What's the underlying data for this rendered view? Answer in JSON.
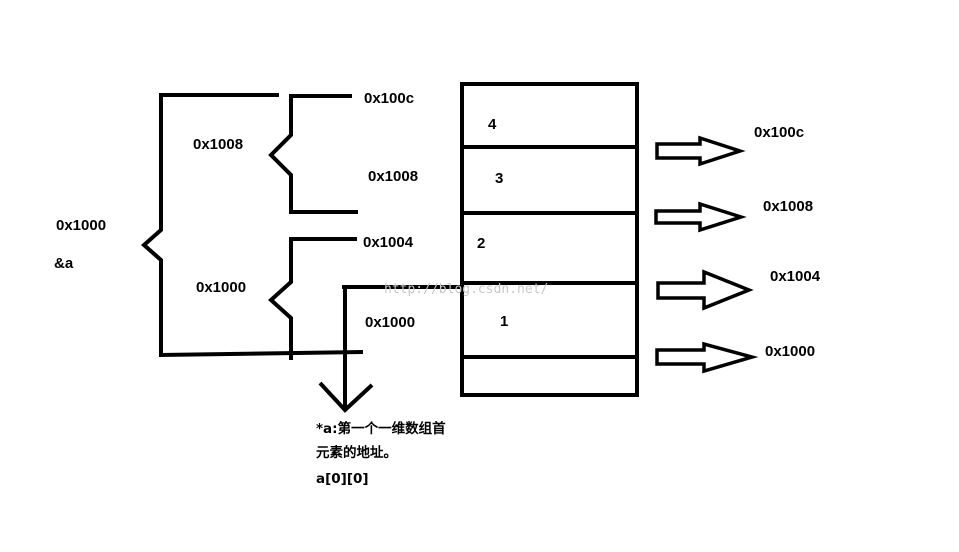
{
  "diagram": {
    "outer_brace_labels": [
      "0x1000",
      "&a"
    ],
    "upper_brace_label": "0x1008",
    "lower_brace_label": "0x1000",
    "tick_labels": [
      "0x100c",
      "0x1008",
      "0x1004",
      "0x1000"
    ],
    "memory_cells": [
      "4",
      "3",
      "2",
      "1"
    ],
    "arrow_labels": [
      "0x100c",
      "0x1008",
      "0x1004",
      "0x1000"
    ],
    "note_lines": [
      "*a:第一个一维数组首",
      "元素的地址。",
      "a[0][0]"
    ],
    "watermark": "http://blog.csdn.net/"
  }
}
